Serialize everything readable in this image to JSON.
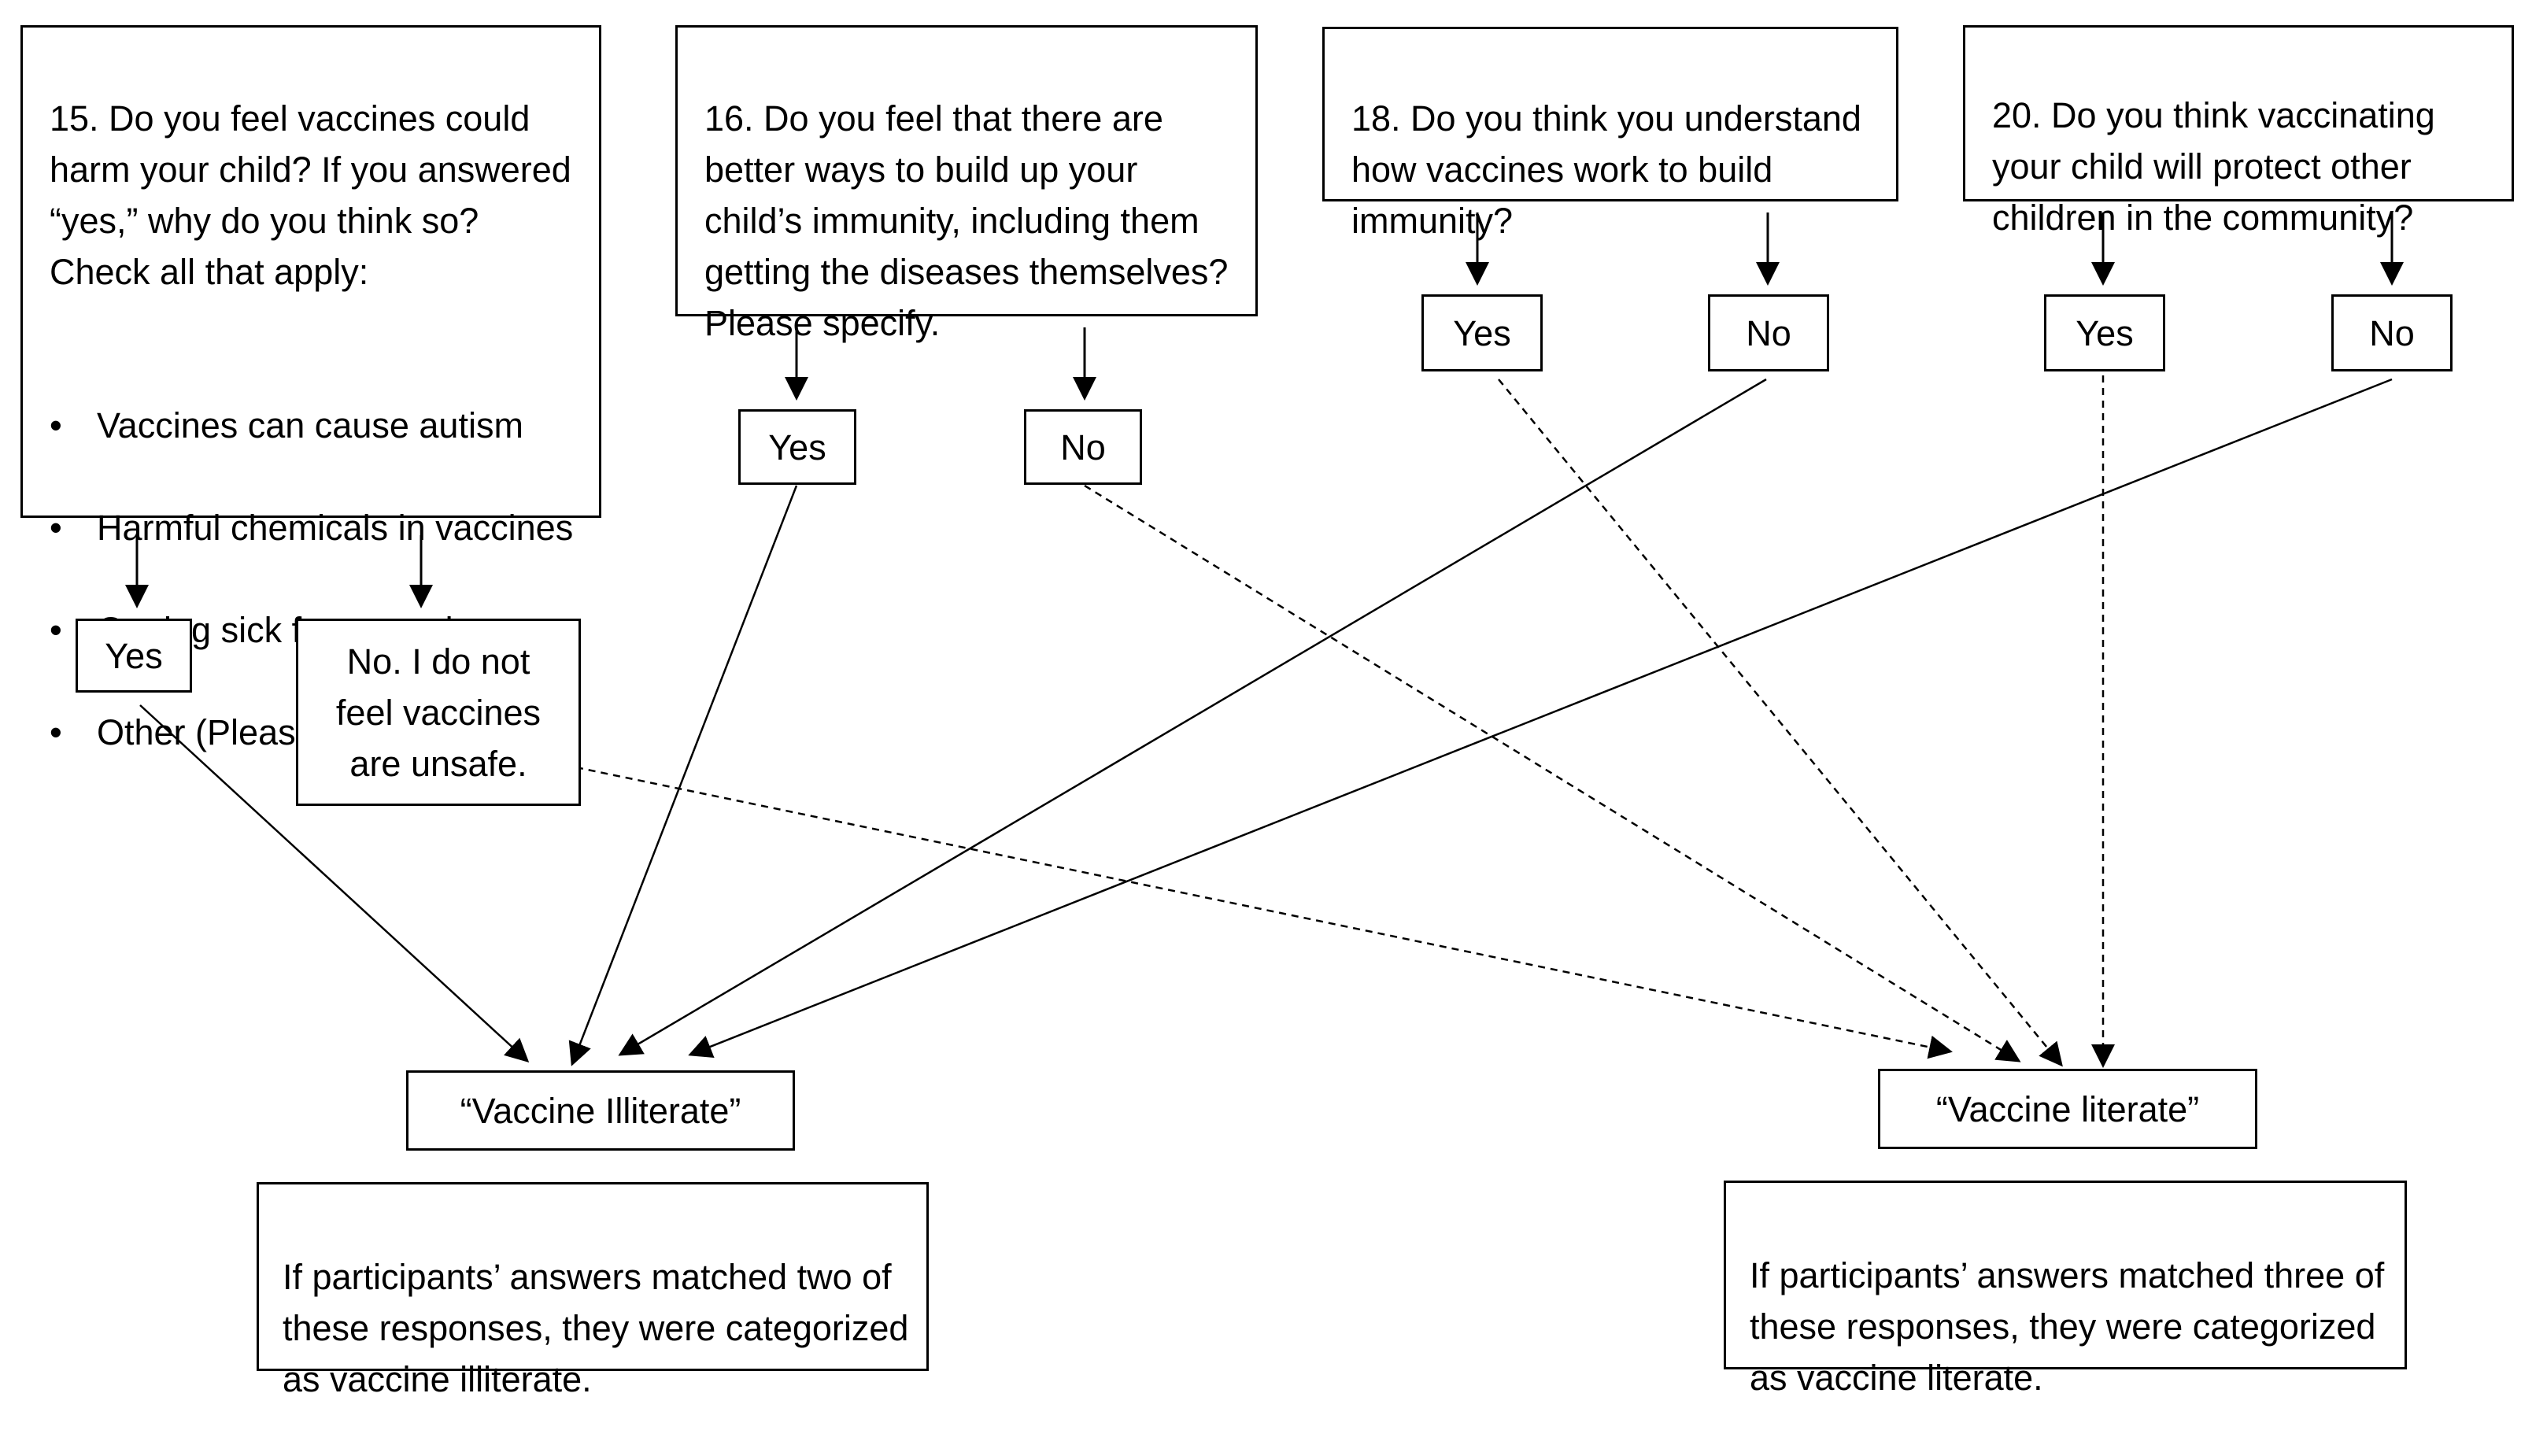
{
  "q15": {
    "text": "15. Do you feel vaccines could harm your child? If you answered “yes,” why do you think so? Check all that apply:",
    "options": [
      "Vaccines can cause autism",
      "Harmful chemicals in vaccines",
      "Getting sick from vaccines",
      "Other (Please specify):"
    ],
    "yes": "Yes",
    "no": "No. I do not feel vaccines are unsafe."
  },
  "q16": {
    "text": "16.  Do you feel that there are better ways to build up your child’s immunity, including them getting the diseases themselves? Please specify.",
    "yes": "Yes",
    "no": "No"
  },
  "q18": {
    "text": "18. Do you think you understand how vaccines work to build immunity?",
    "yes": "Yes",
    "no": "No"
  },
  "q20": {
    "text": "20. Do you think vaccinating your child will protect other children in the community?",
    "yes": "Yes",
    "no": "No"
  },
  "outcomes": {
    "illiterate_label": "“Vaccine Illiterate”",
    "literate_label": "“Vaccine literate”",
    "illiterate_note": "If participants’ answers matched two of these responses, they were categorized as vaccine illiterate.",
    "literate_note": "If participants’ answers matched three of these responses, they were categorized as vaccine literate."
  }
}
